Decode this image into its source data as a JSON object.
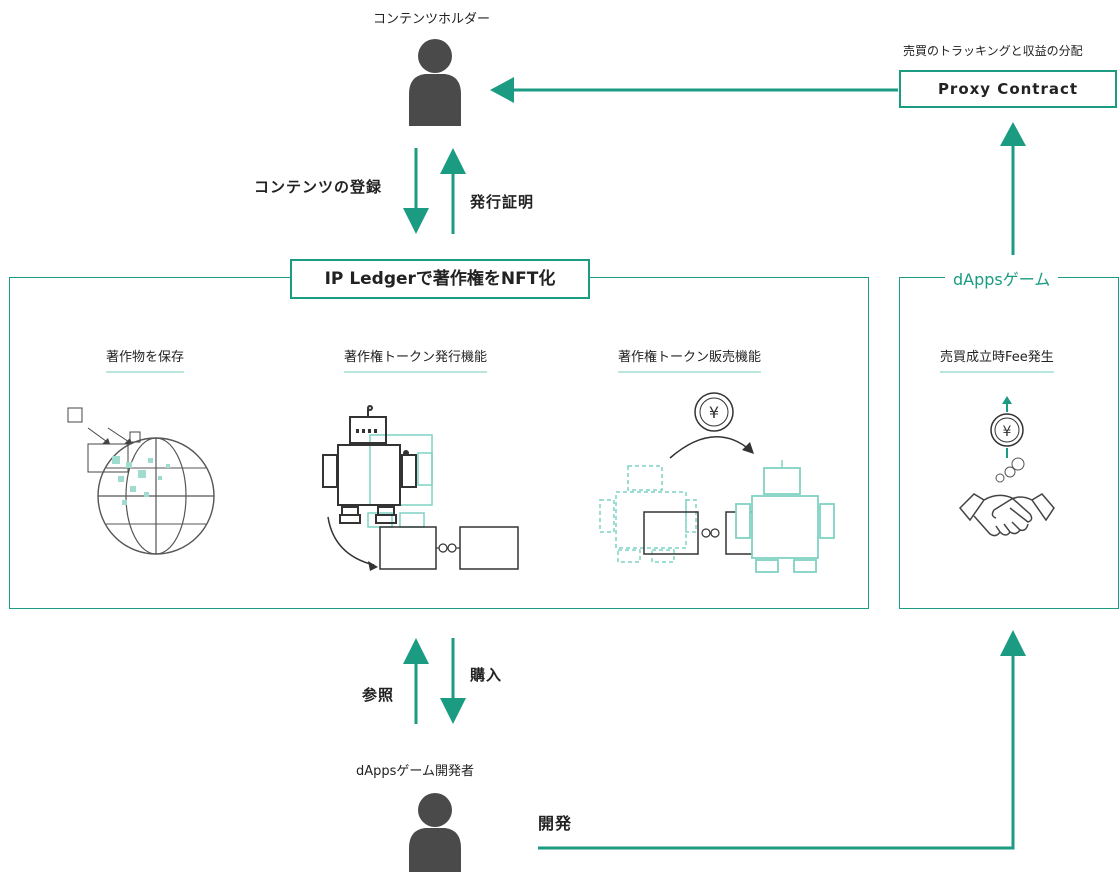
{
  "content_holder": {
    "label": "コンテンツホルダー"
  },
  "proxy": {
    "caption": "売買のトラッキングと収益の分配",
    "label": "Proxy Contract"
  },
  "arrows": {
    "register": "コンテンツの登録",
    "issue_proof": "発行証明",
    "reference": "参照",
    "purchase": "購入",
    "develop": "開発"
  },
  "ledger": {
    "title": "IP Ledgerで著作権をNFT化",
    "sections": [
      {
        "label": "著作物を保存"
      },
      {
        "label": "著作権トークン発行機能"
      },
      {
        "label": "著作権トークン販売機能"
      }
    ]
  },
  "dapps": {
    "title": "dAppsゲーム",
    "section": "売買成立時Fee発生"
  },
  "developer": {
    "label": "dAppsゲーム開発者"
  },
  "icons": {
    "yen_symbol": "¥",
    "yen_symbol_2": "¥"
  },
  "colors": {
    "accent": "#1a9b82",
    "light_accent": "#7fd3c3",
    "person": "#4a4a4a"
  }
}
